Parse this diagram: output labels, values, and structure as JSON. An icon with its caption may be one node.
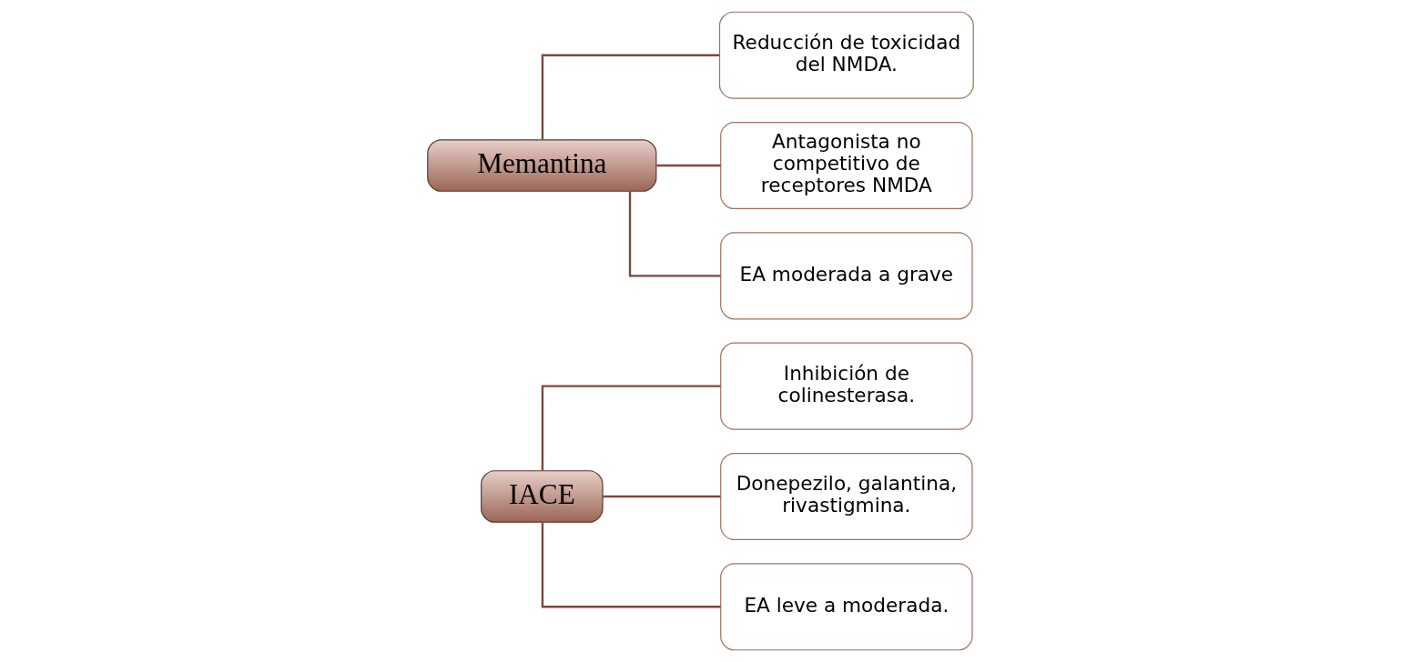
{
  "diagram": {
    "nodes": [
      {
        "text": [
          "IACE"
        ]
      },
      {
        "text": [
          "Inhibición de colinesterasa."
        ]
      },
      {
        "text": [
          "Donepezilo, galantina, rivastigmina."
        ]
      },
      {
        "text": [
          "EA leve a moderada."
        ]
      },
      {
        "text": [
          "Memantina"
        ]
      },
      {
        "text": [
          "Reducción de toxicidad del NMDA."
        ]
      },
      {
        "text": [
          "Antagonista no competitivo de receptores NMDA"
        ]
      },
      {
        "text": [
          "EA moderada a grave"
        ]
      }
    ],
    "edges": [
      {
        "from": 0,
        "to": 1,
        "arrow": "none"
      },
      {
        "from": 0,
        "to": 2,
        "arrow": "none"
      },
      {
        "from": 0,
        "to": 3,
        "arrow": "none"
      },
      {
        "from": 4,
        "to": 5,
        "arrow": "none"
      },
      {
        "from": 4,
        "to": 6,
        "arrow": "none"
      },
      {
        "from": 4,
        "to": 7,
        "arrow": "none"
      }
    ]
  }
}
